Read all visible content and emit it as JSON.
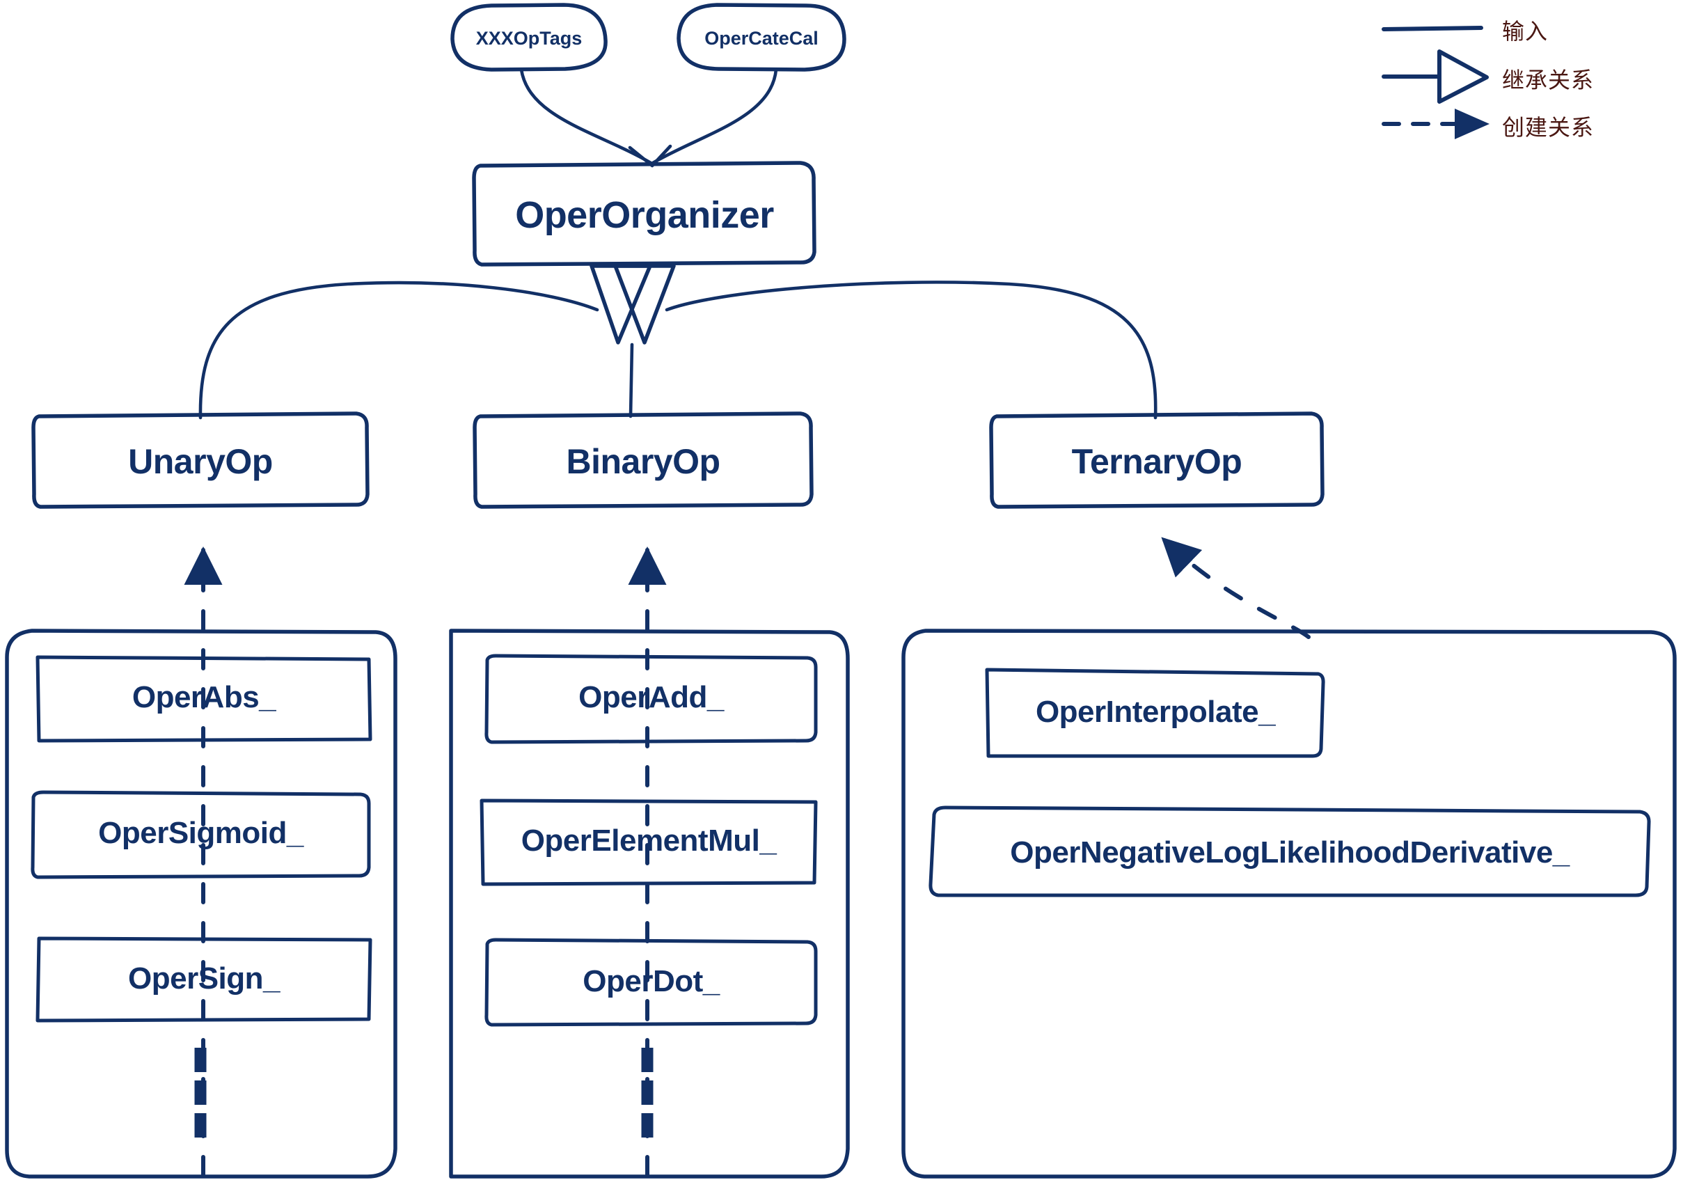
{
  "diagram": {
    "title": "OperOrganizer class hierarchy",
    "stroke_color": "#123066",
    "legend_text_color": "#4a1712",
    "background": "#ffffff"
  },
  "inputs": [
    {
      "id": "xxxoptags",
      "label": "XXXOpTags"
    },
    {
      "id": "opercatecal",
      "label": "OperCateCal"
    }
  ],
  "root": {
    "id": "operorganizer",
    "label": "OperOrganizer"
  },
  "subclasses": [
    {
      "id": "unaryop",
      "label": "UnaryOp"
    },
    {
      "id": "binaryop",
      "label": "BinaryOp"
    },
    {
      "id": "ternaryop",
      "label": "TernaryOp"
    }
  ],
  "groups": [
    {
      "id": "unary-group",
      "parent": "UnaryOp",
      "items": [
        {
          "id": "operabs",
          "label": "OperAbs_"
        },
        {
          "id": "opersigmoid",
          "label": "OperSigmoid_"
        },
        {
          "id": "opersign",
          "label": "OperSign_"
        }
      ],
      "ellipsis": "⋮"
    },
    {
      "id": "binary-group",
      "parent": "BinaryOp",
      "items": [
        {
          "id": "operadd",
          "label": "OperAdd_"
        },
        {
          "id": "operelementmul",
          "label": "OperElementMul_"
        },
        {
          "id": "operdot",
          "label": "OperDot_"
        }
      ],
      "ellipsis": "⋮"
    },
    {
      "id": "ternary-group",
      "parent": "TernaryOp",
      "items": [
        {
          "id": "operinterpolate",
          "label": "OperInterpolate_"
        },
        {
          "id": "opernll",
          "label": "OperNegativeLogLikelihoodDerivative_"
        }
      ],
      "ellipsis": ""
    }
  ],
  "legend": [
    {
      "id": "input",
      "label": "输入",
      "style": "solid-line"
    },
    {
      "id": "inheritance",
      "label": "继承关系",
      "style": "solid-hollow-triangle"
    },
    {
      "id": "creation",
      "label": "创建关系",
      "style": "dashed-filled-arrow"
    }
  ]
}
